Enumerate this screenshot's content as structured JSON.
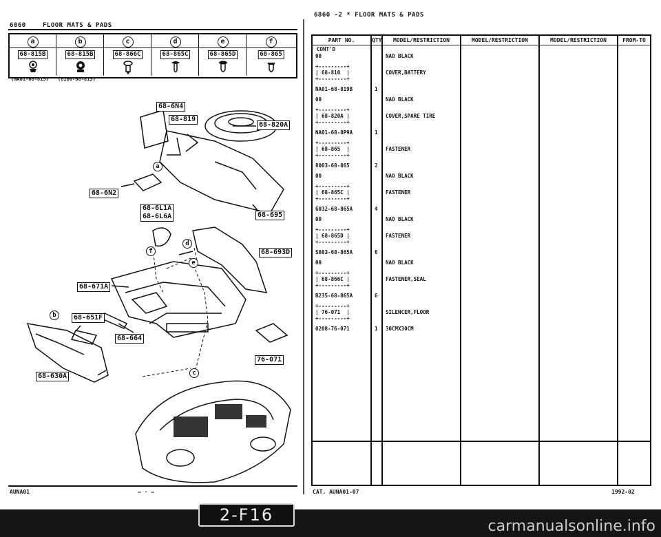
{
  "left_header": {
    "code": "6860",
    "title": "FLOOR MATS & PADS"
  },
  "right_header": {
    "title": "6860 -2 * FLOOR MATS & PADS"
  },
  "legend": [
    {
      "letter": "a",
      "part": "68-815B",
      "note": "(NA01-68-815)"
    },
    {
      "letter": "b",
      "part": "68-815B",
      "note": "(8100-68-815)"
    },
    {
      "letter": "c",
      "part": "68-866C",
      "note": ""
    },
    {
      "letter": "d",
      "part": "68-865C",
      "note": ""
    },
    {
      "letter": "e",
      "part": "68-865D",
      "note": ""
    },
    {
      "letter": "f",
      "part": "68-865",
      "note": ""
    }
  ],
  "callouts": {
    "c1": "68-6N4",
    "c2": "68-819",
    "c3": "68-820A",
    "c4": "68-6N2",
    "c5a": "68-6L1A",
    "c5b": "68-6L6A",
    "c6": "68-695",
    "c7": "68-693D",
    "c8": "68-671A",
    "c9": "68-651F",
    "c10": "68-664",
    "c11": "76-071",
    "c12": "68-630A"
  },
  "markers": {
    "a": "a",
    "b": "b",
    "c": "c",
    "d": "d",
    "e": "e",
    "f": "f"
  },
  "table": {
    "headers": {
      "part": "PART NO.",
      "qty": "QTY",
      "m1": "MODEL/RESTRICTION",
      "m2": "MODEL/RESTRICTION",
      "m3": "MODEL/RESTRICTION",
      "from": "FROM-TO"
    },
    "contd": "CONT'D",
    "rows": [
      {
        "part": "00",
        "qty": "",
        "desc": "NAO BLACK"
      },
      {
        "part": "+---------+\n| 68-810  |\n+---------+",
        "qty": "",
        "desc": "COVER,BATTERY"
      },
      {
        "part": "NA01-68-819B",
        "qty": "1",
        "desc": ""
      },
      {
        "part": "00",
        "qty": "",
        "desc": "NAO BLACK"
      },
      {
        "part": "+---------+\n| 68-820A |\n+---------+",
        "qty": "",
        "desc": "COVER,SPARE TIRE"
      },
      {
        "part": "NA01-68-8P9A",
        "qty": "1",
        "desc": ""
      },
      {
        "part": "+---------+\n| 68-865  |\n+---------+",
        "qty": "",
        "desc": "FASTENER"
      },
      {
        "part": "8003-68-865",
        "qty": "2",
        "desc": ""
      },
      {
        "part": "00",
        "qty": "",
        "desc": "NAO BLACK"
      },
      {
        "part": "+---------+\n| 68-865C |\n+---------+",
        "qty": "",
        "desc": "FASTENER"
      },
      {
        "part": "G032-68-865A",
        "qty": "4",
        "desc": ""
      },
      {
        "part": "00",
        "qty": "",
        "desc": "NAO BLACK"
      },
      {
        "part": "+---------+\n| 68-865D |\n+---------+",
        "qty": "",
        "desc": "FASTENER"
      },
      {
        "part": "S083-68-865A",
        "qty": "6",
        "desc": ""
      },
      {
        "part": "00",
        "qty": "",
        "desc": "NAO BLACK"
      },
      {
        "part": "+---------+\n| 68-866C |\n+---------+",
        "qty": "",
        "desc": "FASTENER,SEAL"
      },
      {
        "part": "B235-68-865A",
        "qty": "6",
        "desc": ""
      },
      {
        "part": "+---------+\n| 76-071  |\n+---------+",
        "qty": "",
        "desc": "SILENCER,FLOOR"
      },
      {
        "part": "0208-76-071",
        "qty": "1",
        "desc": "30CMX30CM"
      }
    ]
  },
  "footer": {
    "left_code": "AUNA01",
    "left_marks": "— · —",
    "cat": "CAT. AUNA01-07",
    "year": "1992-02",
    "page_label": "2-F16",
    "watermark": "carmanualsonline.info"
  }
}
